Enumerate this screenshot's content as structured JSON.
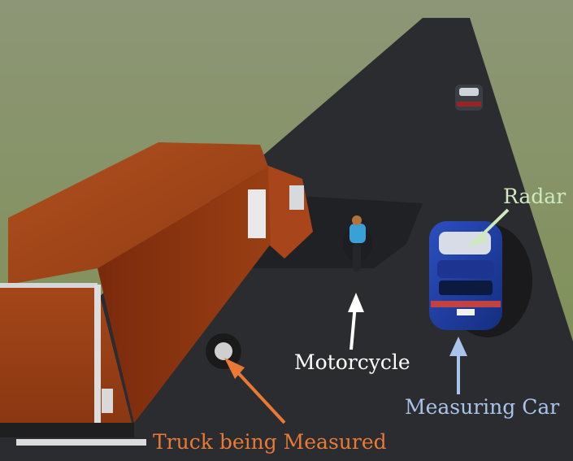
{
  "labels": {
    "radar": "Radar",
    "motorcycle": "Motorcycle",
    "measuring_car": "Measuring Car",
    "truck": "Truck being Measured"
  },
  "colors": {
    "radar_label": "#cfe8c0",
    "motorcycle_label": "#ffffff",
    "measuring_car_label": "#a9c3ea",
    "truck_label": "#e87a35",
    "road": "#2b2c2f",
    "grass": "#8a966a",
    "truck_box": "#a8451a",
    "car_body": "#1f3d9c"
  }
}
